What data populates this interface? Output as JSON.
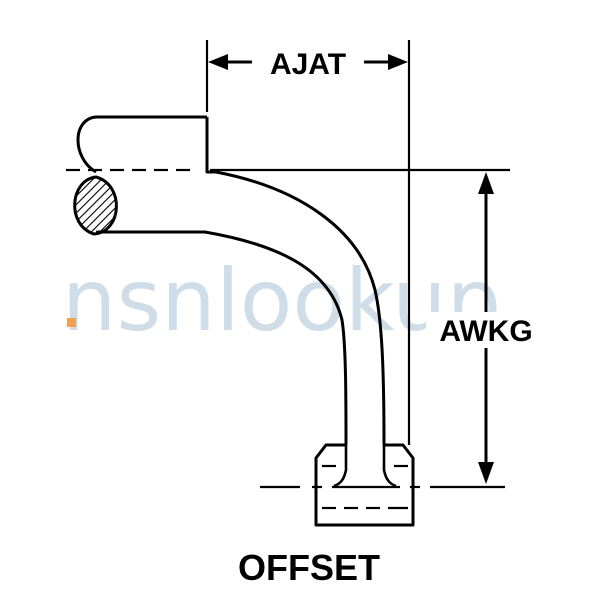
{
  "diagram": {
    "labels": {
      "top_dimension": "AJAT",
      "side_dimension": "AWKG",
      "caption": "OFFSET"
    },
    "watermark": "nsnlookup",
    "colors": {
      "line": "#000000",
      "watermark": "#a9c3d8",
      "watermark_dot": "#f0a050"
    }
  }
}
